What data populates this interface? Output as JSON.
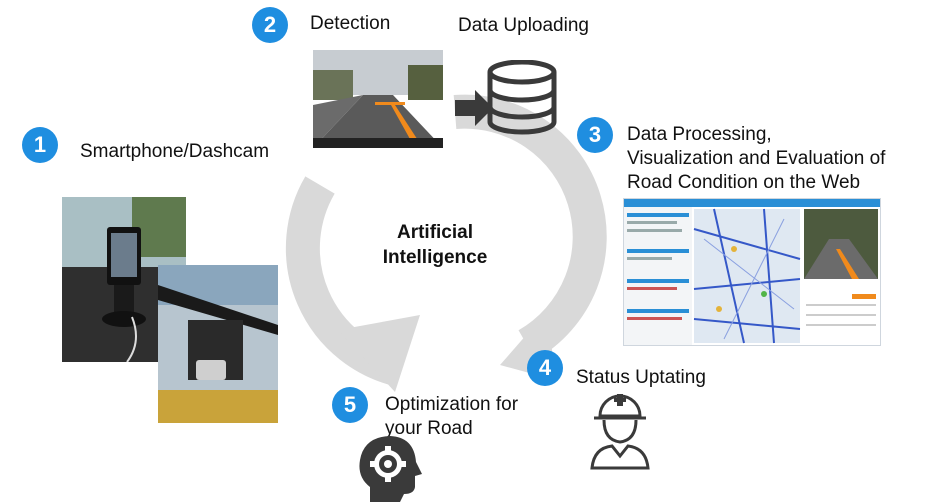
{
  "center": {
    "line1": "Artificial",
    "line2": "Intelligence"
  },
  "steps": [
    {
      "number": "1",
      "label": "Smartphone/Dashcam"
    },
    {
      "number": "2",
      "label": "Detection"
    },
    {
      "number": "3",
      "line1": "Data Processing,",
      "line2": "Visualization and Evaluation of",
      "line3": "Road Condition on the Web"
    },
    {
      "number": "4",
      "label": "Status Uptating"
    },
    {
      "number": "5",
      "line1": "Optimization for",
      "line2": "your Road"
    }
  ],
  "upload_label": "Data Uploading",
  "colors": {
    "badge": "#1f8ee0",
    "cycle": "#d9d9d9",
    "icon": "#3a3a3a"
  },
  "icons": [
    "database-icon",
    "upload-arrow-icon",
    "worker-helmet-icon",
    "head-gear-icon"
  ]
}
